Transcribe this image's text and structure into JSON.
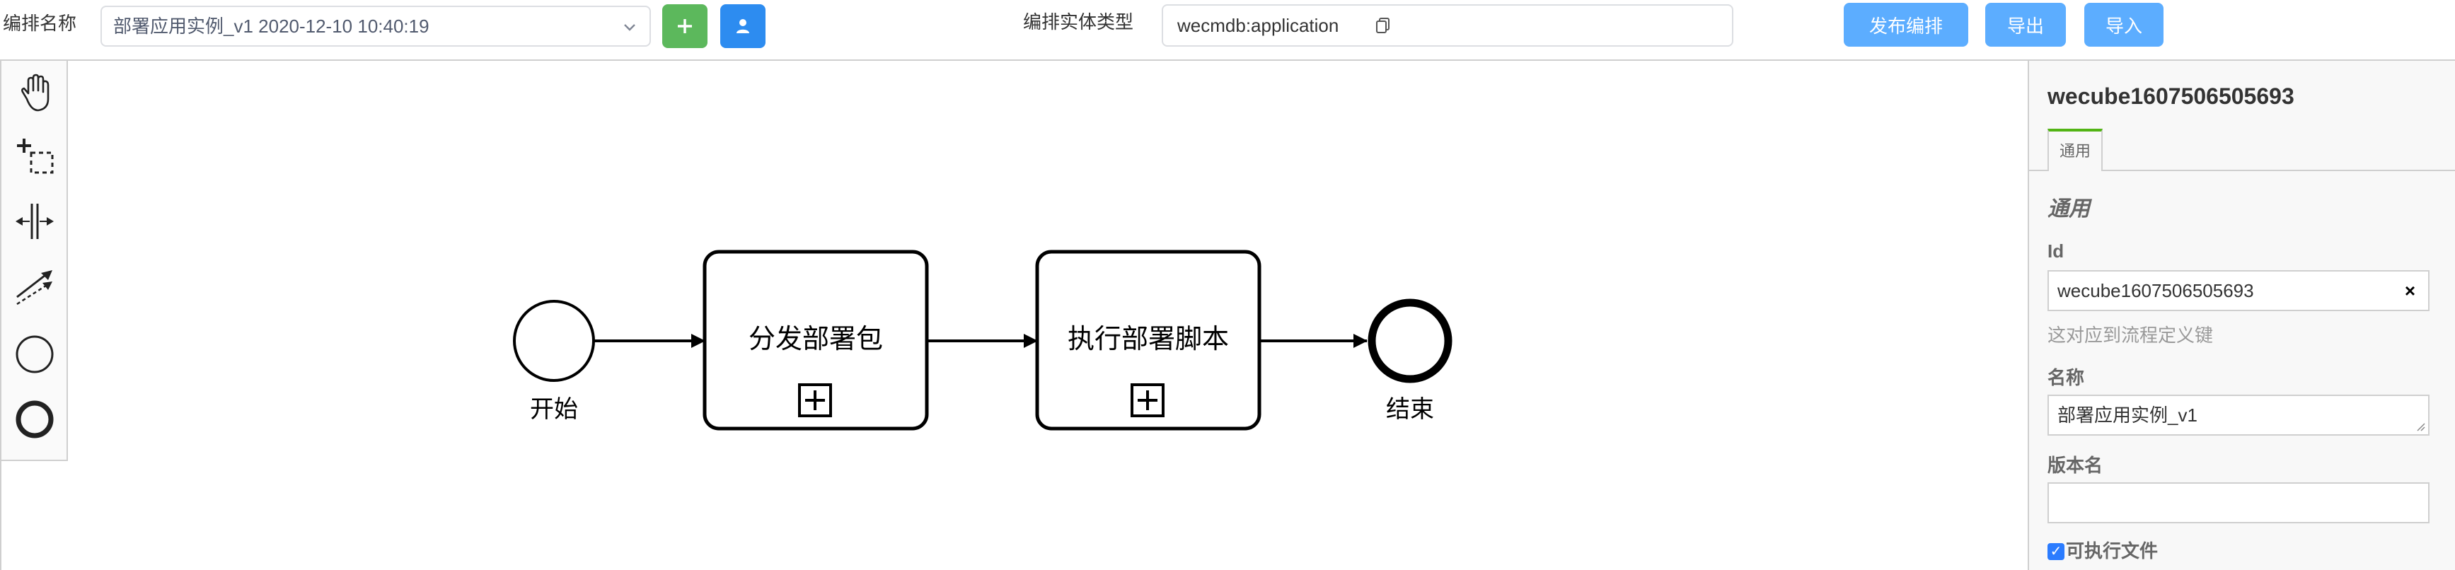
{
  "toolbar": {
    "orch_name_label": "编排名称",
    "orch_name_value": "部署应用实例_v1 2020-12-10 10:40:19",
    "add_icon": "plus-icon",
    "user_icon": "user-icon",
    "entity_type_label": "编排实体类型",
    "entity_type_value": "wecmdb:application",
    "publish_label": "发布编排",
    "export_label": "导出",
    "import_label": "导入",
    "colors": {
      "add": "#5cb85c",
      "user": "#2d8cf0",
      "primary": "#5cadff"
    }
  },
  "palette": {
    "tools": [
      "hand-tool-icon",
      "lasso-tool-icon",
      "space-tool-icon",
      "connect-tool-icon",
      "start-event-icon",
      "end-event-icon"
    ]
  },
  "diagram": {
    "start_label": "开始",
    "task1_label": "分发部署包",
    "task2_label": "执行部署脚本",
    "end_label": "结束"
  },
  "panel": {
    "title": "wecube1607506505693",
    "tab_general": "通用",
    "section_general": "通用",
    "id_label": "Id",
    "id_value": "wecube1607506505693",
    "id_hint": "这对应到流程定义键",
    "name_label": "名称",
    "name_value": "部署应用实例_v1",
    "version_label": "版本名",
    "version_value": "",
    "executable_label": "可执行文件",
    "executable_checked": true
  }
}
